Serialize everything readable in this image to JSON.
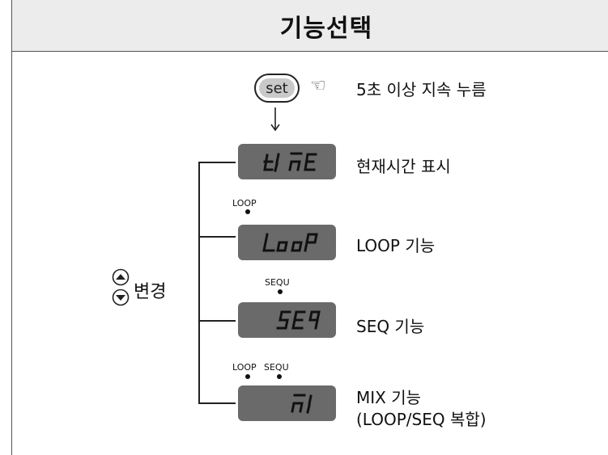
{
  "header": {
    "title": "기능선택"
  },
  "set_button": {
    "label": "set"
  },
  "instruction": {
    "text": "5초 이상 지속 누름"
  },
  "change_control": {
    "label": "변경"
  },
  "displays": [
    {
      "segment_text": "tI nE",
      "description": "현재시간 표시",
      "indicators": []
    },
    {
      "segment_text": "LooP",
      "description": "LOOP 기능",
      "indicators": [
        "LOOP"
      ]
    },
    {
      "segment_text": "SEQ",
      "description": "SEQ 기능",
      "indicators": [
        "SEQU"
      ]
    },
    {
      "segment_text": "nI",
      "description": "MIX 기능",
      "description_line2": "(LOOP/SEQ 복합)",
      "indicators": [
        "LOOP",
        "SEQU"
      ]
    }
  ],
  "colors": {
    "display_bg": "#6a6a6a",
    "segment": "#111111",
    "header_bg": "#ececec"
  }
}
